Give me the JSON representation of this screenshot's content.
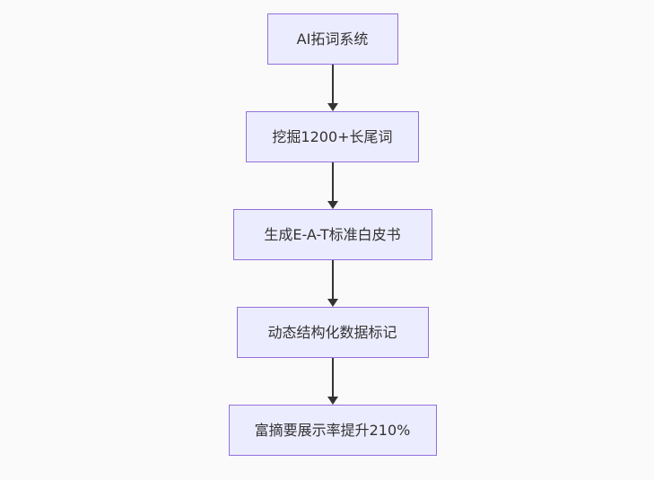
{
  "diagram": {
    "type": "flowchart",
    "direction": "top-down",
    "nodes": [
      {
        "id": "node-1",
        "label": "AI拓词系统"
      },
      {
        "id": "node-2",
        "label": "挖掘1200+长尾词"
      },
      {
        "id": "node-3",
        "label": "生成E-A-T标准白皮书"
      },
      {
        "id": "node-4",
        "label": "动态结构化数据标记"
      },
      {
        "id": "node-5",
        "label": "富摘要展示率提升210%"
      }
    ],
    "edges": [
      {
        "from": "node-1",
        "to": "node-2"
      },
      {
        "from": "node-2",
        "to": "node-3"
      },
      {
        "from": "node-3",
        "to": "node-4"
      },
      {
        "from": "node-4",
        "to": "node-5"
      }
    ],
    "colors": {
      "background": "#fafafa",
      "node_fill": "#ECECFF",
      "node_border": "#9370DB",
      "node_text": "#333333",
      "arrow": "#333333"
    }
  }
}
